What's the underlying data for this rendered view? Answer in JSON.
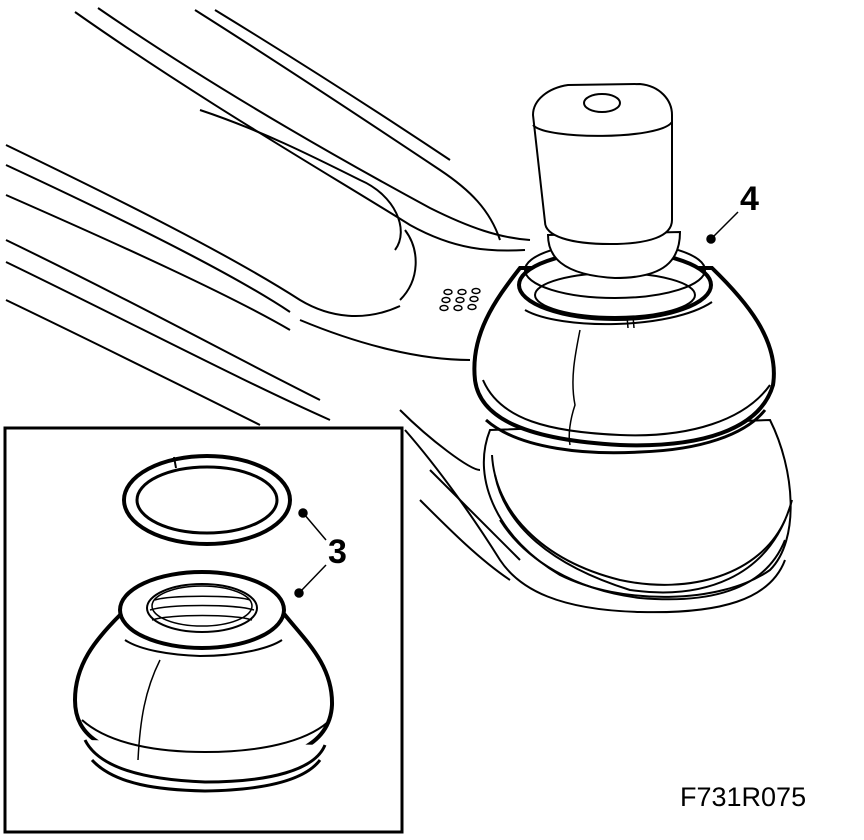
{
  "figure": {
    "callouts": [
      {
        "id": "ring-and-boot",
        "text": "3"
      },
      {
        "id": "ball-joint",
        "text": "4"
      }
    ],
    "reference_code": "F731R075"
  }
}
